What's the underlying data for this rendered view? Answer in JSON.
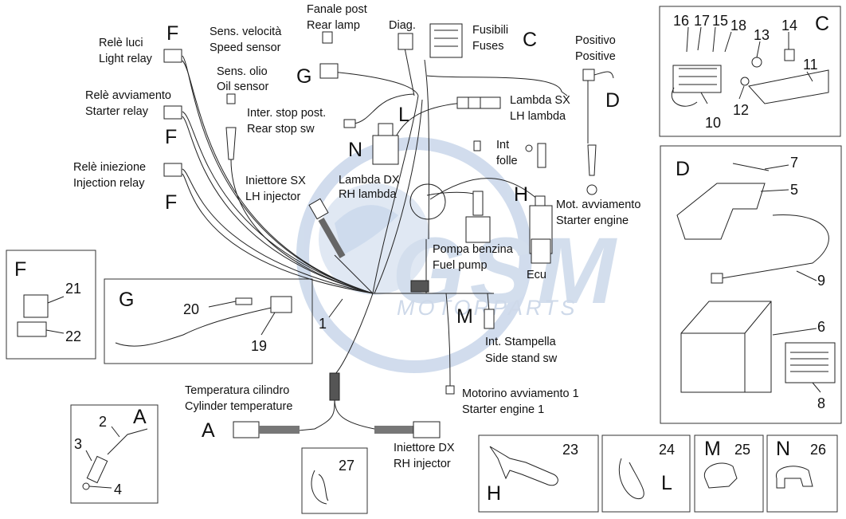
{
  "watermark": {
    "logo_text": "GSM",
    "sub_text": "MOTORPARTS",
    "color": "#c9d7ea"
  },
  "labels": {
    "light_relay_it": "Relè luci",
    "light_relay_en": "Light relay",
    "speed_sensor_it": "Sens. velocità",
    "speed_sensor_en": "Speed sensor",
    "rear_lamp_it": "Fanale post",
    "rear_lamp_en": "Rear lamp",
    "diag": "Diag.",
    "fuses_it": "Fusibili",
    "fuses_en": "Fuses",
    "positive_it": "Positivo",
    "positive_en": "Positive",
    "oil_sensor_it": "Sens. olio",
    "oil_sensor_en": "Oil sensor",
    "starter_relay_it": "Relè avviamento",
    "starter_relay_en": "Starter relay",
    "rear_stop_it": "Inter. stop post.",
    "rear_stop_en": "Rear stop sw",
    "lh_lambda_it": "Lambda SX",
    "lh_lambda_en": "LH lambda",
    "neutral_it": "Int",
    "neutral_en": "folle",
    "injection_relay_it": "Relè iniezione",
    "injection_relay_en": "Injection relay",
    "lh_injector_it": "Iniettore SX",
    "lh_injector_en": "LH injector",
    "rh_lambda_it": "Lambda DX",
    "rh_lambda_en": "RH lambda",
    "starter_engine_it": "Mot. avviamento",
    "starter_engine_en": "Starter engine",
    "fuel_pump_it": "Pompa benzina",
    "fuel_pump_en": "Fuel pump",
    "ecu": "Ecu",
    "side_stand_it": "Int. Stampella",
    "side_stand_en": "Side stand sw",
    "cyl_temp_it": "Temperatura cilindro",
    "cyl_temp_en": "Cylinder temperature",
    "starter_motor_it": "Motorino avviamento 1",
    "starter_motor_en": "Starter engine 1",
    "rh_injector_it": "Iniettore DX",
    "rh_injector_en": "RH injector"
  },
  "letters": {
    "F1": "F",
    "F2": "F",
    "F3": "F",
    "F_box": "F",
    "G_main": "G",
    "G_box": "G",
    "C_main": "C",
    "C_box": "C",
    "L_main": "L",
    "L_box": "L",
    "N_main": "N",
    "N_box": "N",
    "D_main": "D",
    "D_box": "D",
    "H_main": "H",
    "H_box": "H",
    "M_main": "M",
    "M_box": "M",
    "A_main": "A",
    "A_box": "A"
  },
  "numbers": {
    "n1": "1",
    "n2": "2",
    "n3": "3",
    "n4": "4",
    "n5": "5",
    "n6": "6",
    "n7": "7",
    "n8": "8",
    "n9": "9",
    "n10": "10",
    "n11": "11",
    "n12": "12",
    "n13": "13",
    "n14": "14",
    "n15": "15",
    "n16": "16",
    "n17": "17",
    "n18": "18",
    "n19": "19",
    "n20": "20",
    "n21": "21",
    "n22": "22",
    "n23": "23",
    "n24": "24",
    "n25": "25",
    "n26": "26",
    "n27": "27"
  }
}
